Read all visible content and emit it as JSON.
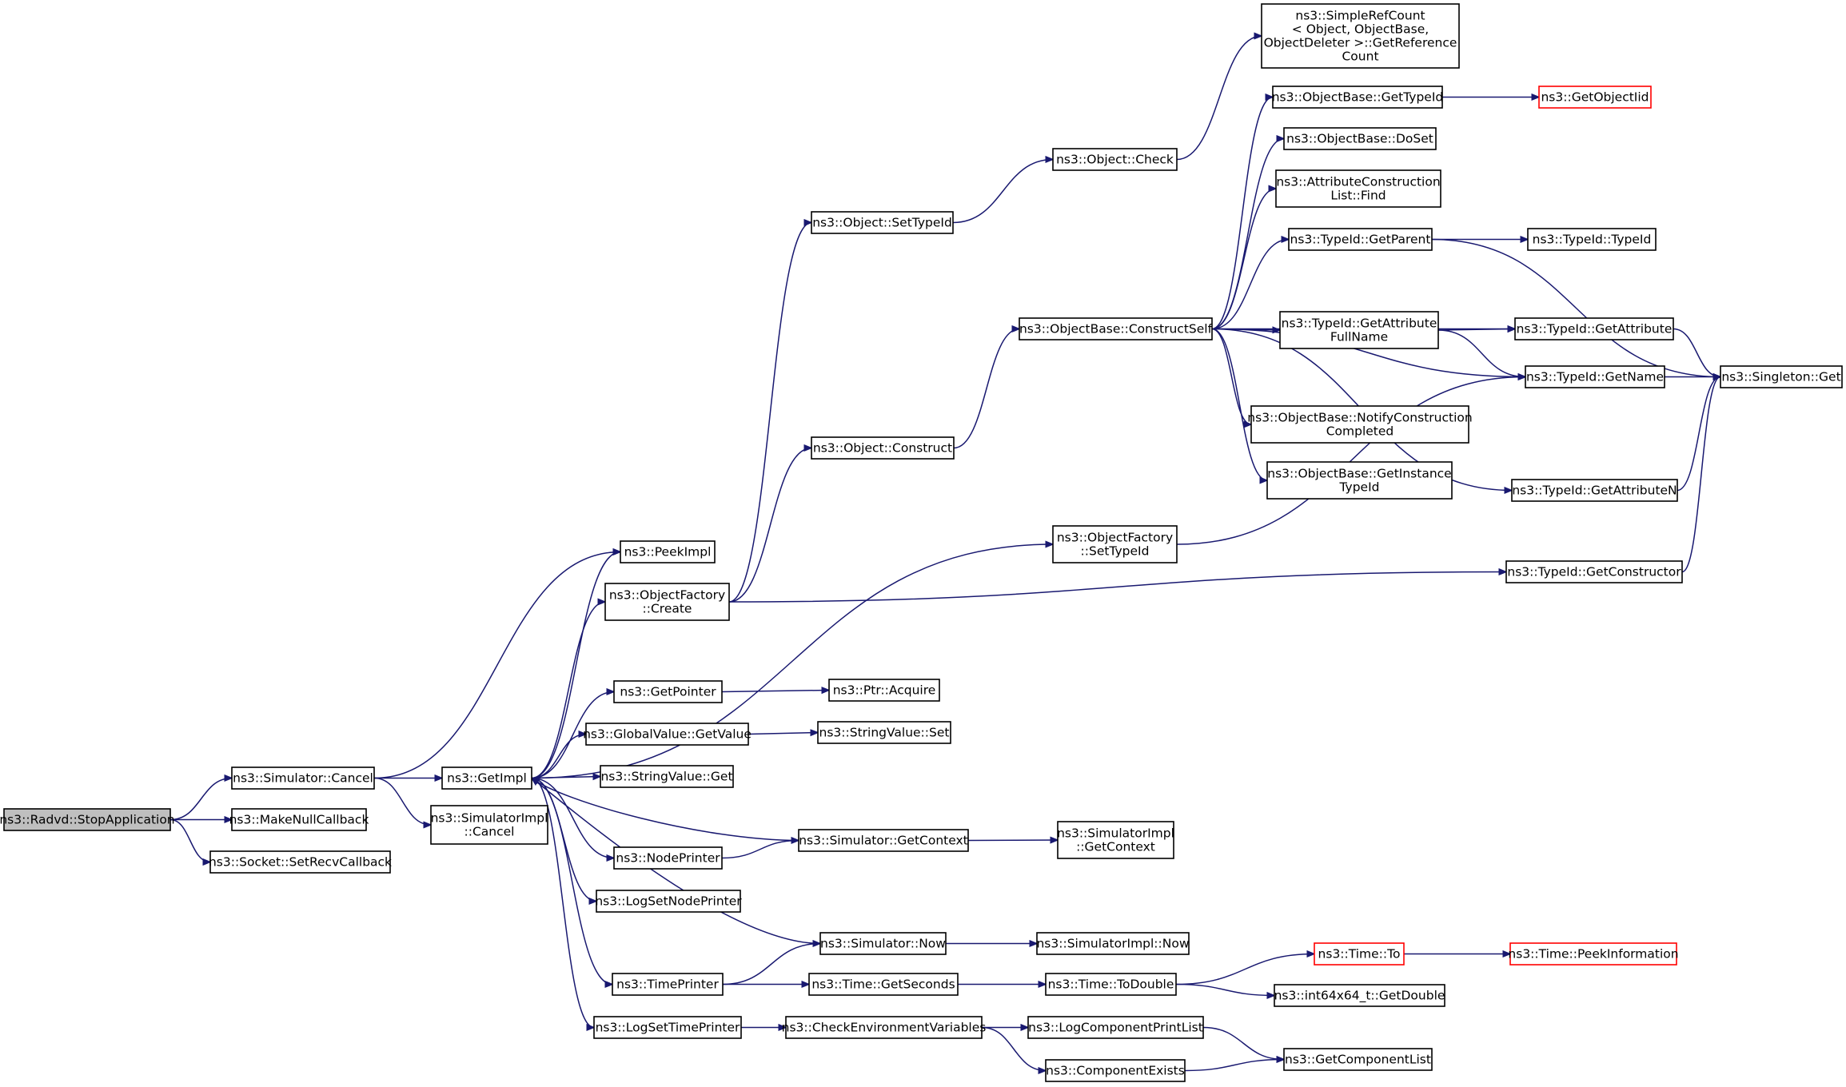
{
  "colors": {
    "edge": "#191970",
    "node_border": "#000000",
    "node_fill": "#ffffff",
    "root_fill": "#bfbfbf",
    "truncated_border": "#ff0000"
  },
  "nodes": [
    {
      "id": "n0",
      "lines": [
        "ns3::Radvd::StopApplication"
      ],
      "style": "root"
    },
    {
      "id": "n1",
      "lines": [
        "ns3::Simulator::Cancel"
      ]
    },
    {
      "id": "n2",
      "lines": [
        "ns3::MakeNullCallback"
      ]
    },
    {
      "id": "n3",
      "lines": [
        "ns3::Socket::SetRecvCallback"
      ]
    },
    {
      "id": "n4",
      "lines": [
        "ns3::GetImpl"
      ]
    },
    {
      "id": "n5",
      "lines": [
        "ns3::SimulatorImpl",
        "::Cancel"
      ]
    },
    {
      "id": "n6",
      "lines": [
        "ns3::PeekImpl"
      ]
    },
    {
      "id": "n7",
      "lines": [
        "ns3::ObjectFactory",
        "::Create"
      ]
    },
    {
      "id": "n8",
      "lines": [
        "ns3::GetPointer"
      ]
    },
    {
      "id": "n9",
      "lines": [
        "ns3::GlobalValue::GetValue"
      ]
    },
    {
      "id": "n10",
      "lines": [
        "ns3::StringValue::Get"
      ]
    },
    {
      "id": "n11",
      "lines": [
        "ns3::NodePrinter"
      ]
    },
    {
      "id": "n12",
      "lines": [
        "ns3::LogSetNodePrinter"
      ]
    },
    {
      "id": "n13",
      "lines": [
        "ns3::TimePrinter"
      ]
    },
    {
      "id": "n14",
      "lines": [
        "ns3::LogSetTimePrinter"
      ]
    },
    {
      "id": "n15",
      "lines": [
        "ns3::Object::SetTypeId"
      ]
    },
    {
      "id": "n16",
      "lines": [
        "ns3::Object::Construct"
      ]
    },
    {
      "id": "n17",
      "lines": [
        "ns3::Ptr::Acquire"
      ]
    },
    {
      "id": "n18",
      "lines": [
        "ns3::StringValue::Set"
      ]
    },
    {
      "id": "n19",
      "lines": [
        "ns3::Simulator::GetContext"
      ]
    },
    {
      "id": "n20",
      "lines": [
        "ns3::Simulator::Now"
      ]
    },
    {
      "id": "n21",
      "lines": [
        "ns3::Time::GetSeconds"
      ]
    },
    {
      "id": "n22",
      "lines": [
        "ns3::CheckEnvironmentVariables"
      ]
    },
    {
      "id": "n23",
      "lines": [
        "ns3::Object::Check"
      ]
    },
    {
      "id": "n24",
      "lines": [
        "ns3::ObjectBase::ConstructSelf"
      ]
    },
    {
      "id": "n25",
      "lines": [
        "ns3::ObjectFactory",
        "::SetTypeId"
      ]
    },
    {
      "id": "n26",
      "lines": [
        "ns3::SimulatorImpl",
        "::GetContext"
      ]
    },
    {
      "id": "n27",
      "lines": [
        "ns3::SimulatorImpl::Now"
      ]
    },
    {
      "id": "n28",
      "lines": [
        "ns3::Time::ToDouble"
      ]
    },
    {
      "id": "n29",
      "lines": [
        "ns3::LogComponentPrintList"
      ]
    },
    {
      "id": "n30",
      "lines": [
        "ns3::ComponentExists"
      ]
    },
    {
      "id": "n31",
      "lines": [
        "ns3::SimpleRefCount",
        "< Object, ObjectBase,",
        " ObjectDeleter >::GetReference",
        "Count"
      ]
    },
    {
      "id": "n32",
      "lines": [
        "ns3::ObjectBase::GetTypeId"
      ]
    },
    {
      "id": "n33",
      "lines": [
        "ns3::ObjectBase::DoSet"
      ]
    },
    {
      "id": "n34",
      "lines": [
        "ns3::AttributeConstruction",
        "List::Find"
      ]
    },
    {
      "id": "n35",
      "lines": [
        "ns3::TypeId::GetParent"
      ]
    },
    {
      "id": "n36",
      "lines": [
        "ns3::TypeId::GetAttribute",
        "FullName"
      ]
    },
    {
      "id": "n37",
      "lines": [
        "ns3::ObjectBase::NotifyConstruction",
        "Completed"
      ]
    },
    {
      "id": "n38",
      "lines": [
        "ns3::ObjectBase::GetInstance",
        "TypeId"
      ]
    },
    {
      "id": "n39",
      "lines": [
        "ns3::TypeId::GetAttributeN"
      ]
    },
    {
      "id": "n40",
      "lines": [
        "ns3::TypeId::GetConstructor"
      ]
    },
    {
      "id": "n41",
      "lines": [
        "ns3::Time::To"
      ],
      "style": "truncated"
    },
    {
      "id": "n42",
      "lines": [
        "ns3::int64x64_t::GetDouble"
      ]
    },
    {
      "id": "n43",
      "lines": [
        "ns3::GetComponentList"
      ]
    },
    {
      "id": "n44",
      "lines": [
        "ns3::GetObjectIid"
      ],
      "style": "truncated"
    },
    {
      "id": "n45",
      "lines": [
        "ns3::TypeId::TypeId"
      ]
    },
    {
      "id": "n46",
      "lines": [
        "ns3::TypeId::GetAttribute"
      ]
    },
    {
      "id": "n47",
      "lines": [
        "ns3::TypeId::GetName"
      ]
    },
    {
      "id": "n48",
      "lines": [
        "ns3::Singleton::Get"
      ]
    },
    {
      "id": "n49",
      "lines": [
        "ns3::Time::PeekInformation"
      ],
      "style": "truncated"
    }
  ],
  "edges": [
    [
      "n0",
      "n1"
    ],
    [
      "n0",
      "n2"
    ],
    [
      "n0",
      "n3"
    ],
    [
      "n1",
      "n4"
    ],
    [
      "n1",
      "n5"
    ],
    [
      "n1",
      "n6"
    ],
    [
      "n4",
      "n6"
    ],
    [
      "n4",
      "n7"
    ],
    [
      "n4",
      "n8"
    ],
    [
      "n4",
      "n9"
    ],
    [
      "n4",
      "n10"
    ],
    [
      "n4",
      "n11"
    ],
    [
      "n4",
      "n12"
    ],
    [
      "n4",
      "n13"
    ],
    [
      "n4",
      "n14"
    ],
    [
      "n4",
      "n25"
    ],
    [
      "n19",
      "n4"
    ],
    [
      "n20",
      "n4"
    ],
    [
      "n7",
      "n15"
    ],
    [
      "n7",
      "n16"
    ],
    [
      "n7",
      "n40"
    ],
    [
      "n15",
      "n23"
    ],
    [
      "n23",
      "n31"
    ],
    [
      "n16",
      "n24"
    ],
    [
      "n24",
      "n32"
    ],
    [
      "n24",
      "n33"
    ],
    [
      "n24",
      "n34"
    ],
    [
      "n24",
      "n35"
    ],
    [
      "n24",
      "n36"
    ],
    [
      "n24",
      "n46"
    ],
    [
      "n24",
      "n47"
    ],
    [
      "n24",
      "n37"
    ],
    [
      "n24",
      "n38"
    ],
    [
      "n24",
      "n39"
    ],
    [
      "n32",
      "n44"
    ],
    [
      "n35",
      "n45"
    ],
    [
      "n35",
      "n48"
    ],
    [
      "n36",
      "n46"
    ],
    [
      "n36",
      "n47"
    ],
    [
      "n46",
      "n48"
    ],
    [
      "n47",
      "n48"
    ],
    [
      "n39",
      "n48"
    ],
    [
      "n40",
      "n48"
    ],
    [
      "n25",
      "n47"
    ],
    [
      "n8",
      "n17"
    ],
    [
      "n9",
      "n18"
    ],
    [
      "n11",
      "n19"
    ],
    [
      "n19",
      "n26"
    ],
    [
      "n13",
      "n20"
    ],
    [
      "n13",
      "n21"
    ],
    [
      "n20",
      "n27"
    ],
    [
      "n21",
      "n28"
    ],
    [
      "n28",
      "n41"
    ],
    [
      "n28",
      "n42"
    ],
    [
      "n41",
      "n49"
    ],
    [
      "n14",
      "n22"
    ],
    [
      "n22",
      "n29"
    ],
    [
      "n22",
      "n30"
    ],
    [
      "n29",
      "n43"
    ],
    [
      "n30",
      "n43"
    ]
  ]
}
